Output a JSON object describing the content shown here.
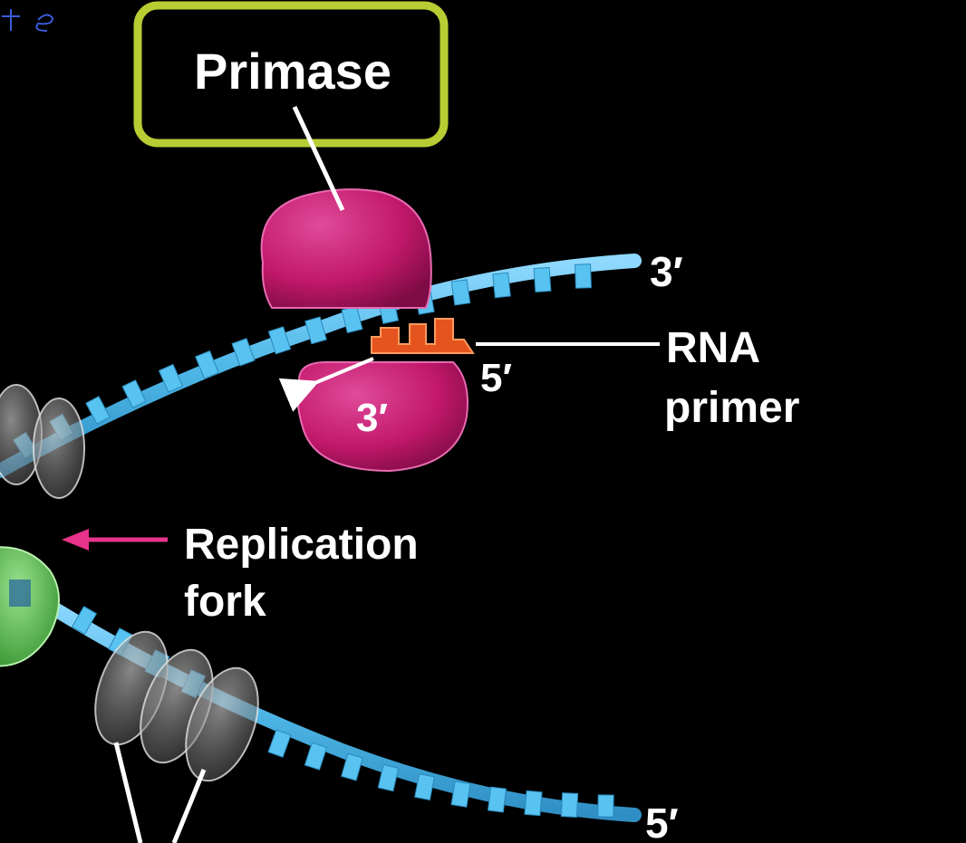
{
  "labels": {
    "primase": "Primase",
    "rna_primer_line1": "RNA",
    "rna_primer_line2": "primer",
    "replication_fork_line1": "Replication",
    "replication_fork_line2": "fork",
    "top_strand_end": "3′",
    "bottom_strand_end": "5′",
    "primer_5prime": "5′",
    "primer_3prime": "3′"
  },
  "colors": {
    "background": "#000000",
    "dna_strand": "#4fb8e8",
    "primase": "#c2186b",
    "rna_primer": "#e5541e",
    "primase_callout_border": "#b8cc33",
    "replication_fork_arrow": "#e8338a",
    "annotation_ink": "#3a5bd9",
    "helicase_protein": "#8a8a8a",
    "topoisomerase_protein": "#5cc25a"
  }
}
